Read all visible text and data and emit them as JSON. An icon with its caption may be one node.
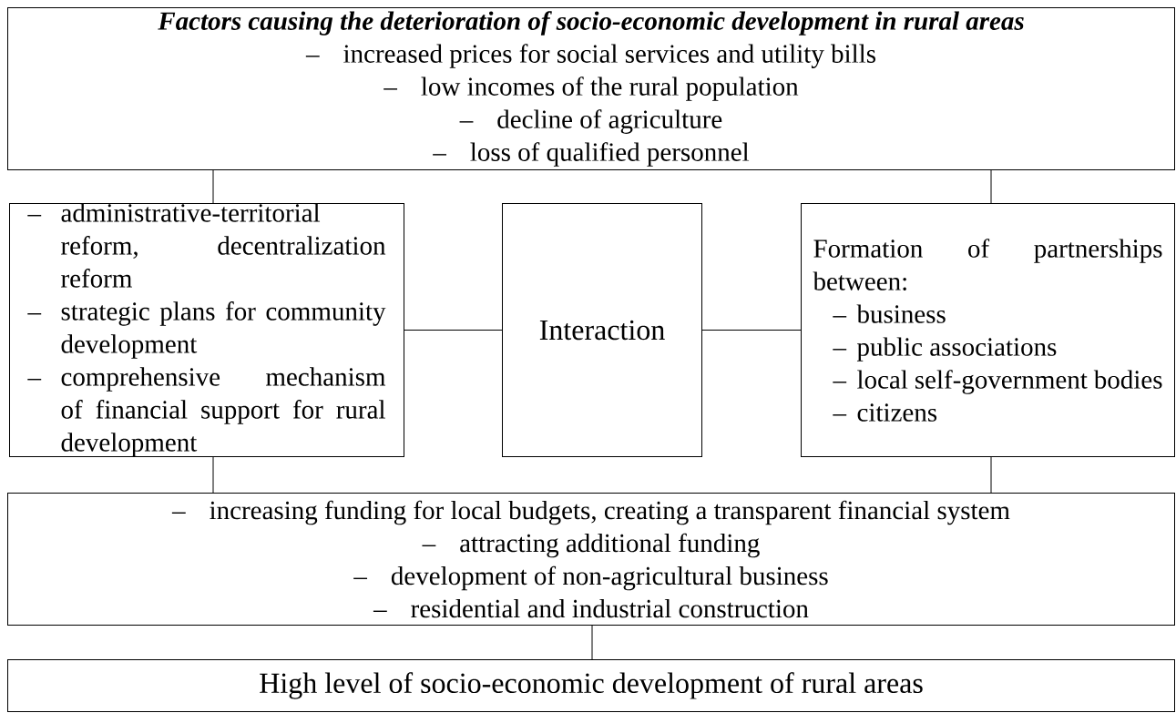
{
  "diagram": {
    "nodes": [
      {
        "text": [
          "Factors causing the deterioration of socio-economic development in rural areas",
          "increased prices for social services and utility bills",
          "low incomes of the rural population",
          "decline of agriculture",
          "loss of qualified personnel"
        ]
      },
      {
        "text": [
          "administrative-territorial reform, decentralization reform",
          "strategic plans for community development",
          "comprehensive mechanism of financial support for rural development"
        ]
      },
      {
        "text": [
          "Interaction"
        ]
      },
      {
        "text": [
          "Formation of partnerships between:",
          "business",
          "public associations",
          "local self-government bodies",
          "citizens"
        ]
      },
      {
        "text": [
          "increasing funding for local budgets, creating a transparent financial system",
          "attracting additional funding",
          "development of non-agricultural business",
          "residential and industrial construction"
        ]
      },
      {
        "text": [
          "High level of socio-economic development of rural areas"
        ]
      }
    ],
    "edges": [
      {
        "from": 0,
        "to": 1,
        "arrow": "none"
      },
      {
        "from": 0,
        "to": 3,
        "arrow": "none"
      },
      {
        "from": 1,
        "to": 2,
        "arrow": "none"
      },
      {
        "from": 2,
        "to": 3,
        "arrow": "none"
      },
      {
        "from": 1,
        "to": 4,
        "arrow": "none"
      },
      {
        "from": 3,
        "to": 4,
        "arrow": "none"
      },
      {
        "from": 4,
        "to": 5,
        "arrow": "none"
      }
    ],
    "labels": [
      "–",
      "–",
      "–",
      "–",
      "–",
      "–",
      "–",
      "–",
      "–",
      "–",
      "–",
      "–",
      "–",
      "–",
      "–"
    ]
  }
}
